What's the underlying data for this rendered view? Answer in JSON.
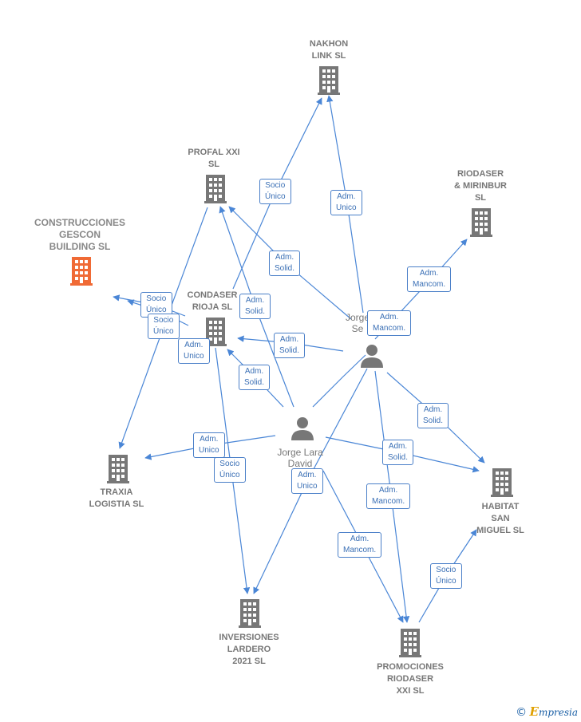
{
  "colors": {
    "edge": "#4a86d6",
    "building": "#777777",
    "focus_building": "#f06a35",
    "person": "#777777"
  },
  "nodes": {
    "nakhon": {
      "label": [
        "NAKHON",
        "LINK SL"
      ],
      "icon": "building-icon"
    },
    "profal": {
      "label": [
        "PROFAL XXI",
        "SL"
      ],
      "icon": "building-icon"
    },
    "riodaser_mirinbur": {
      "label": [
        "RIODASER",
        "& MIRINBUR",
        "SL"
      ],
      "icon": "building-icon"
    },
    "construcciones": {
      "label": [
        "CONSTRUCCIONES",
        "GESCON",
        "BUILDING SL"
      ],
      "icon": "building-icon",
      "focus": true
    },
    "condaser": {
      "label": [
        "CONDASER",
        "RIOJA SL"
      ],
      "icon": "building-icon"
    },
    "traxia": {
      "label": [
        "TRAXIA",
        "LOGISTIA SL"
      ],
      "icon": "building-icon"
    },
    "habitat": {
      "label": [
        "HABITAT",
        "SAN",
        "MIGUEL SL"
      ],
      "icon": "building-icon"
    },
    "inversiones": {
      "label": [
        "INVERSIONES",
        "LARDERO",
        "2021 SL"
      ],
      "icon": "building-icon"
    },
    "promociones": {
      "label": [
        "PROMOCIONES",
        "RIODASER",
        "XXI SL"
      ],
      "icon": "building-icon"
    },
    "jorge_se": {
      "label": [
        "Jorge",
        "Se"
      ],
      "icon": "person-icon"
    },
    "jorge_lara": {
      "label": [
        "Jorge Lara",
        "David"
      ],
      "icon": "person-icon"
    }
  },
  "edge_labels": [
    {
      "id": "socio-unico-nakhon",
      "lines": [
        "Socio",
        "Único"
      ]
    },
    {
      "id": "adm-unico-nakhon",
      "lines": [
        "Adm.",
        "Unico"
      ]
    },
    {
      "id": "adm-solid-profal",
      "lines": [
        "Adm.",
        "Solid."
      ]
    },
    {
      "id": "adm-mancom-riodaser",
      "lines": [
        "Adm.",
        "Mancom."
      ]
    },
    {
      "id": "adm-mancom-jorge-se",
      "lines": [
        "Adm.",
        "Mancom."
      ]
    },
    {
      "id": "socio-unico-construcciones-1",
      "lines": [
        "Socio",
        "Único"
      ]
    },
    {
      "id": "socio-unico-construcciones-2",
      "lines": [
        "Socio",
        "Único"
      ]
    },
    {
      "id": "adm-solid-condaser-1",
      "lines": [
        "Adm.",
        "Solid."
      ]
    },
    {
      "id": "adm-solid-condaser-2",
      "lines": [
        "Adm.",
        "Solid."
      ]
    },
    {
      "id": "adm-unico-condaser",
      "lines": [
        "Adm.",
        "Unico"
      ]
    },
    {
      "id": "adm-solid-condaser-3",
      "lines": [
        "Adm.",
        "Solid."
      ]
    },
    {
      "id": "adm-solid-habitat-1",
      "lines": [
        "Adm.",
        "Solid."
      ]
    },
    {
      "id": "adm-unico-traxia",
      "lines": [
        "Adm.",
        "Unico"
      ]
    },
    {
      "id": "socio-unico-inversiones",
      "lines": [
        "Socio",
        "Único"
      ]
    },
    {
      "id": "adm-solid-habitat-2",
      "lines": [
        "Adm.",
        "Solid."
      ]
    },
    {
      "id": "adm-unico-inversiones",
      "lines": [
        "Adm.",
        "Unico"
      ]
    },
    {
      "id": "adm-mancom-promociones-1",
      "lines": [
        "Adm.",
        "Mancom."
      ]
    },
    {
      "id": "adm-mancom-promociones-2",
      "lines": [
        "Adm.",
        "Mancom."
      ]
    },
    {
      "id": "socio-unico-habitat",
      "lines": [
        "Socio",
        "Único"
      ]
    }
  ],
  "brand": {
    "copyright": "©",
    "e": "E",
    "rest": "mpresia"
  }
}
